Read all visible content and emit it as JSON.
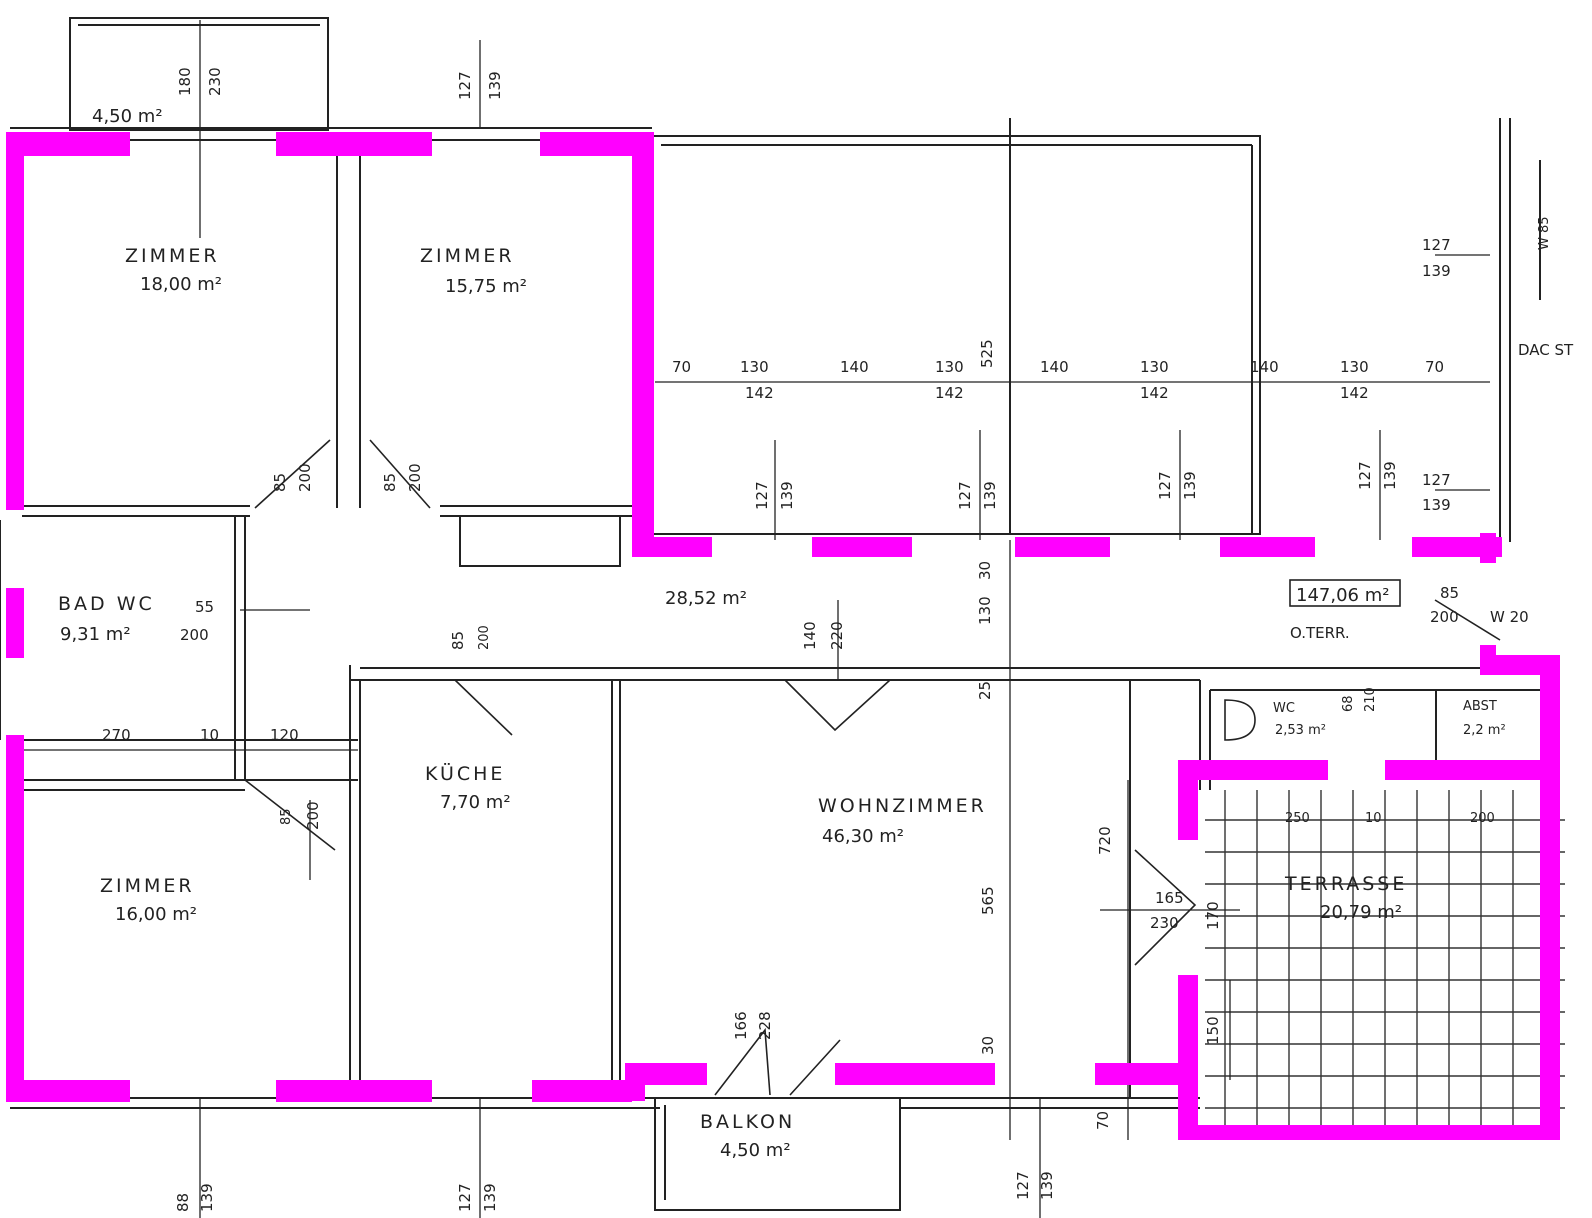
{
  "colors": {
    "exterior_wall": "#ff00ff",
    "line": "#222222",
    "background": "#ffffff"
  },
  "rooms": {
    "zimmer_nw": {
      "name": "ZIMMER",
      "area": "18,00 m²"
    },
    "zimmer_n": {
      "name": "ZIMMER",
      "area": "15,75 m²"
    },
    "zimmer_sw": {
      "name": "ZIMMER",
      "area": "16,00 m²"
    },
    "bad_wc": {
      "name": "BAD WC",
      "area": "9,31 m²"
    },
    "kueche": {
      "name": "KÜCHE",
      "area": "7,70 m²"
    },
    "wohnzimmer": {
      "name": "WOHNZIMMER",
      "area": "46,30 m²"
    },
    "terrasse": {
      "name": "TERRASSE",
      "area": "20,79 m²"
    },
    "wc": {
      "name": "WC",
      "area": "2,53 m²"
    },
    "abst": {
      "name": "ABST",
      "area": "2,2 m²"
    },
    "balkon_top": {
      "name": "",
      "area": "4,50 m²"
    },
    "balkon": {
      "name": "BALKON",
      "area": "4,50 m²"
    },
    "flur": {
      "name": "",
      "area": "28,52 m²"
    },
    "oterr": {
      "name": "O.TERR.",
      "area": "147,06 m²"
    },
    "dach": {
      "name": "DAC ST",
      "area": ""
    }
  },
  "dimensions": {
    "d_127_top": "127",
    "d_139_top": "139",
    "d_180_top": "180",
    "d_230_top": "230",
    "d_70a": "70",
    "d_130a": "130",
    "d_142a": "142",
    "d_140a": "140",
    "d_130b": "130",
    "d_142b": "142",
    "d_525": "525",
    "d_140b": "140",
    "d_130c": "130",
    "d_142c": "142",
    "d_140c": "140",
    "d_130d": "130",
    "d_142d": "142",
    "d_70b": "70",
    "d_127_r1": "127",
    "d_139_r1": "139",
    "d_127_a": "127",
    "d_139_a": "139",
    "d_127_b": "127",
    "d_139_b": "139",
    "d_127_c": "127",
    "d_139_c": "139",
    "d_127_d": "127",
    "d_139_d": "139",
    "d_127_r2": "127",
    "d_139_r2": "139",
    "d_85_a": "85",
    "d_200_a": "200",
    "d_85_b": "85",
    "d_200_b": "200",
    "d_55": "55",
    "d_200_bad": "200",
    "d_85_c": "85",
    "d_200_c": "200",
    "d_140_door": "140",
    "d_220_door": "220",
    "d_130_flur": "130",
    "d_30_flur": "30",
    "d_25": "25",
    "d_270": "270",
    "d_10": "10",
    "d_120": "120",
    "d_85_d": "85",
    "d_200_d": "200",
    "d_85_w": "85",
    "d_200_w": "200",
    "d_w20": "W 20",
    "d_68": "68",
    "d_210": "210",
    "d_720": "720",
    "d_565": "565",
    "d_30_w": "30",
    "d_165": "165",
    "d_230_w": "230",
    "d_170": "170",
    "d_150": "150",
    "d_166": "166",
    "d_228": "228",
    "d_250": "250",
    "d_10_t": "10",
    "d_200_t": "200",
    "d_70_bot": "70",
    "d_88_bot": "88",
    "d_139_bot1": "139",
    "d_127_bot2": "127",
    "d_139_bot2": "139",
    "d_127_bot3": "127",
    "d_139_bot3": "139",
    "d_w85": "W 85"
  }
}
